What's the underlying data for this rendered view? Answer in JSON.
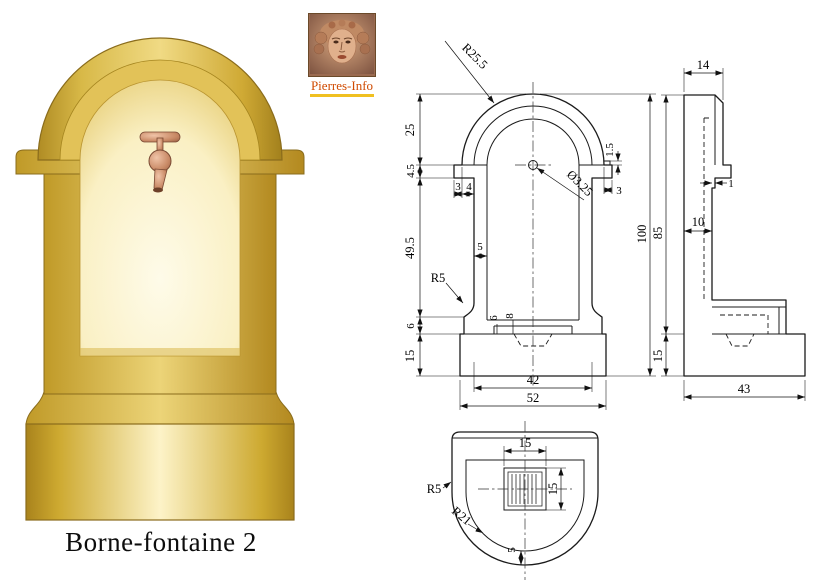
{
  "title": {
    "caption": "Borne-fontaine 2"
  },
  "logo": {
    "label": "Pierres-Info"
  },
  "colors": {
    "gold": "#d7b33c",
    "gold_light": "#fdf6d6",
    "copper": "#b5755a",
    "line": "#1b1b1b",
    "logo_text": "#d04a00",
    "logo_underline": "#f0c020"
  },
  "dims": {
    "front": {
      "arch_radius": "R25.5",
      "hole_diameter": "Ø3.25",
      "arch_height": "25",
      "cornice_height": "4.5",
      "cornice_step_outer": "3",
      "cornice_step_inner": "4",
      "lip_right": "1.5",
      "overhang_right": "3",
      "body_height": "49.5",
      "wall_thickness": "5",
      "fillet_radius": "R5",
      "basin_step_a": "6",
      "basin_step_b": "8",
      "ledge_height": "6",
      "plinth_height": "15",
      "total_height": "100",
      "body_width": "42",
      "overall_width": "52"
    },
    "side": {
      "top_depth": "14",
      "lip": "1",
      "shaft_depth": "10",
      "body_height": "85",
      "plinth_height": "15",
      "overall_depth": "43"
    },
    "plan": {
      "grate_width": "15",
      "grate_depth": "15",
      "corner_radius": "R5",
      "front_radius": "R21",
      "wall_thickness": "5"
    }
  }
}
